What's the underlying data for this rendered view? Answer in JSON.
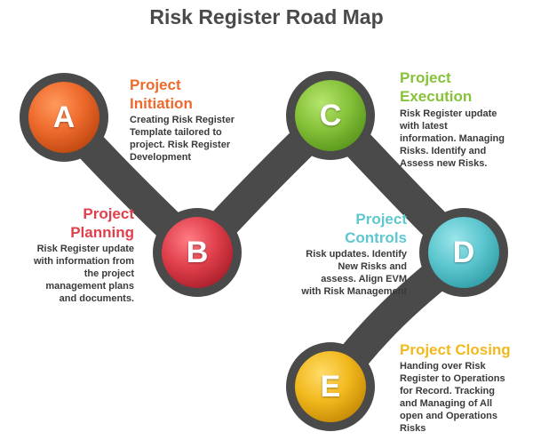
{
  "title": "Risk Register Road Map",
  "colors": {
    "road": "#4a4a4a",
    "a": "#ee6a2c",
    "b": "#e0404c",
    "c": "#86c23a",
    "d": "#5ec7cf",
    "e": "#f2b91e"
  },
  "stages": [
    {
      "letter": "A",
      "title_line1": "Project",
      "title_line2": "Initiation",
      "desc": [
        "Creating Risk Register",
        "Template tailored to",
        "project. Risk Register",
        "Development"
      ]
    },
    {
      "letter": "B",
      "title_line1": "Project",
      "title_line2": "Planning",
      "desc": [
        "Risk Register update",
        "with information from",
        "the project",
        "management plans",
        "and documents."
      ]
    },
    {
      "letter": "C",
      "title_line1": "Project",
      "title_line2": "Execution",
      "desc": [
        "Risk Register update",
        "with latest",
        "information. Managing",
        "Risks. Identify and",
        "Assess new Risks."
      ]
    },
    {
      "letter": "D",
      "title_line1": "Project",
      "title_line2": "Controls",
      "desc": [
        "Risk updates. Identify",
        "New Risks and",
        "assess. Align EVM",
        "with Risk Management"
      ]
    },
    {
      "letter": "E",
      "title_line1": "Project Closing",
      "title_line2": "",
      "desc": [
        "Handing over Risk",
        "Register to Operations",
        "for Record. Tracking",
        "and Managing of All",
        "open and Operations",
        "Risks"
      ]
    }
  ]
}
